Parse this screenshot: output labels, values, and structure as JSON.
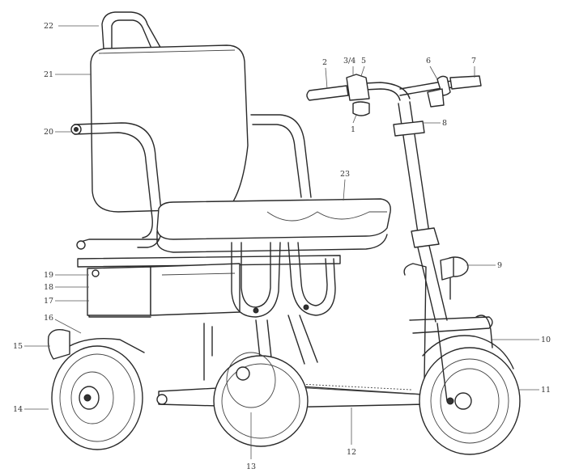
{
  "callouts": [
    {
      "id": "c22",
      "text": "22"
    },
    {
      "id": "c21",
      "text": "21"
    },
    {
      "id": "c20",
      "text": "20"
    },
    {
      "id": "c19",
      "text": "19"
    },
    {
      "id": "c18",
      "text": "18"
    },
    {
      "id": "c17",
      "text": "17"
    },
    {
      "id": "c16",
      "text": "16"
    },
    {
      "id": "c15",
      "text": "15"
    },
    {
      "id": "c14",
      "text": "14"
    },
    {
      "id": "c13",
      "text": "13"
    },
    {
      "id": "c12",
      "text": "12"
    },
    {
      "id": "c11",
      "text": "11"
    },
    {
      "id": "c10",
      "text": "10"
    },
    {
      "id": "c9",
      "text": "9"
    },
    {
      "id": "c8",
      "text": "8"
    },
    {
      "id": "c7",
      "text": "7"
    },
    {
      "id": "c6",
      "text": "6"
    },
    {
      "id": "c5",
      "text": "5"
    },
    {
      "id": "c34",
      "text": "3/4"
    },
    {
      "id": "c2",
      "text": "2"
    },
    {
      "id": "c1",
      "text": "1"
    },
    {
      "id": "c23",
      "text": "23"
    }
  ]
}
